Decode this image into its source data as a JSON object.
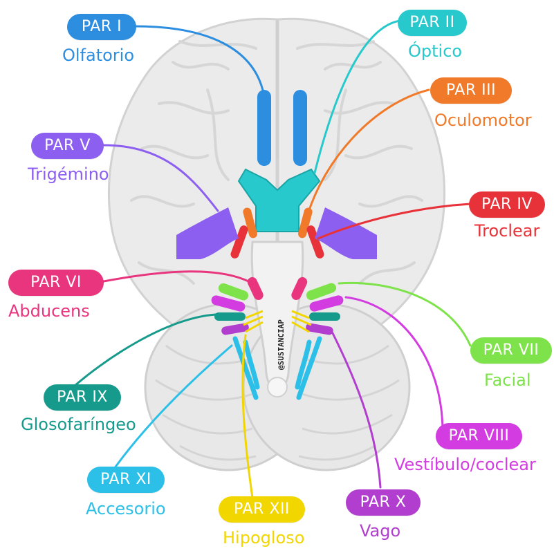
{
  "colors": {
    "brain_fill": "#e9e9e9",
    "brain_stroke": "#cfcfcf",
    "par1": "#2d8ee0",
    "par2": "#27c9cc",
    "par3": "#f07a2a",
    "par4": "#e8323a",
    "par5": "#8d5ff0",
    "par6": "#e8357d",
    "par7": "#7ee34a",
    "par8": "#d23ce0",
    "par9": "#159a8c",
    "par10": "#b23ecf",
    "par11": "#2cc0e8",
    "par12": "#f2d600"
  },
  "credit": "@SUSTANCIAP",
  "nerves": [
    {
      "id": "par1",
      "badge": "PAR I",
      "name": "Olfatorio"
    },
    {
      "id": "par2",
      "badge": "PAR II",
      "name": "Óptico"
    },
    {
      "id": "par3",
      "badge": "PAR III",
      "name": "Oculomotor"
    },
    {
      "id": "par5",
      "badge": "PAR V",
      "name": "Trigémino"
    },
    {
      "id": "par4",
      "badge": "PAR IV",
      "name": "Troclear"
    },
    {
      "id": "par6",
      "badge": "PAR VI",
      "name": "Abducens"
    },
    {
      "id": "par7",
      "badge": "PAR VII",
      "name": "Facial"
    },
    {
      "id": "par9",
      "badge": "PAR IX",
      "name": "Glosofaríngeo"
    },
    {
      "id": "par8",
      "badge": "PAR VIII",
      "name": "Vestíbulo/coclear"
    },
    {
      "id": "par11",
      "badge": "PAR XI",
      "name": "Accesorio"
    },
    {
      "id": "par12",
      "badge": "PAR XII",
      "name": "Hipogloso"
    },
    {
      "id": "par10",
      "badge": "PAR X",
      "name": "Vago"
    }
  ]
}
